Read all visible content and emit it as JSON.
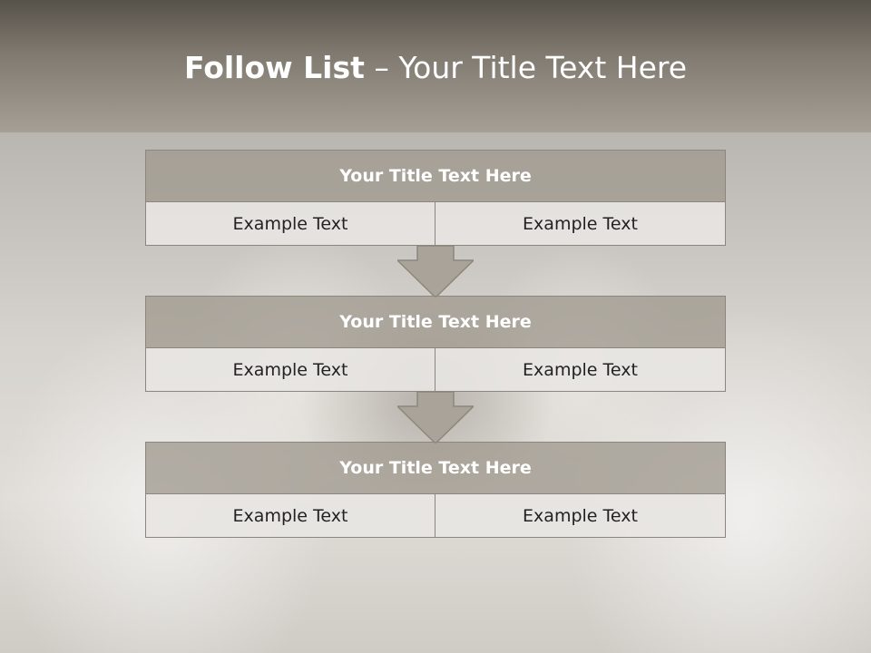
{
  "header": {
    "title_bold": "Follow List",
    "title_rest": " – Your Title Text Here"
  },
  "steps": [
    {
      "title": "Your Title Text Here",
      "left": "Example Text",
      "right": "Example Text"
    },
    {
      "title": "Your Title Text Here",
      "left": "Example Text",
      "right": "Example Text"
    },
    {
      "title": "Your Title Text Here",
      "left": "Example Text",
      "right": "Example Text"
    }
  ],
  "colors": {
    "header_dark": "#57524a",
    "header_light": "#a59f95",
    "block_title_fill": "#a09a8f",
    "block_border": "#8c877e",
    "cell_fill": "#e8e6e2",
    "arrow_fill": "#a9a399"
  }
}
